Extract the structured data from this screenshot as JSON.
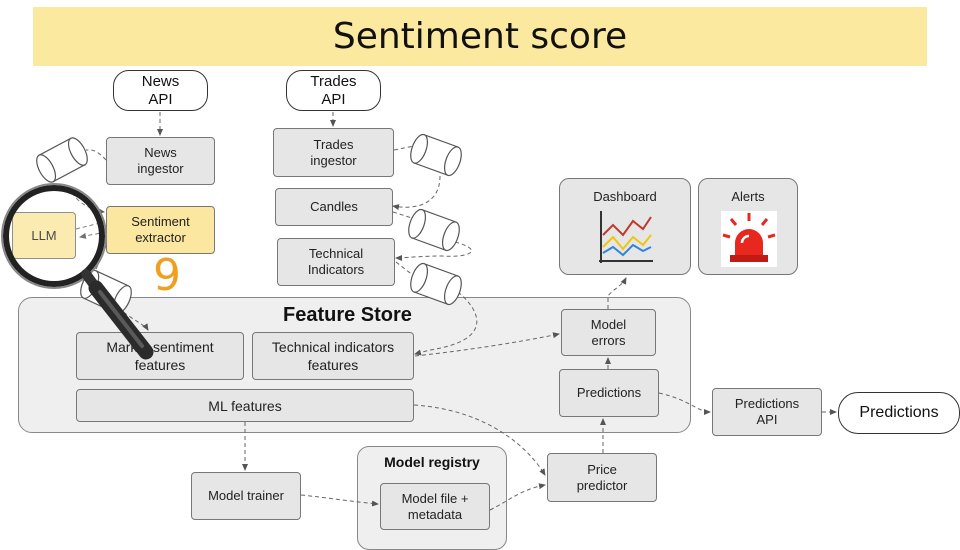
{
  "title": "Sentiment score",
  "sources": {
    "news_api": "News API",
    "trades_api": "Trades API"
  },
  "nodes": {
    "news_ingestor": "News ingestor",
    "trades_ingestor": "Trades ingestor",
    "candles": "Candles",
    "technical_indicators": "Technical Indicators",
    "llm": "LLM",
    "sentiment_extractor": "Sentiment extractor",
    "dashboard": "Dashboard",
    "alerts": "Alerts",
    "model_errors": "Model errors",
    "predictions": "Predictions",
    "predictions_api": "Predictions API",
    "predictions_out": "Predictions",
    "price_predictor": "Price predictor",
    "model_trainer": "Model trainer",
    "model_file": "Model file + metadata"
  },
  "feature_store": {
    "title": "Feature Store",
    "market_sentiment": "Market sentiment features",
    "technical_features": "Technical indicators features",
    "ml_features": "ML features"
  },
  "model_registry": {
    "title": "Model registry"
  },
  "step_number": "9",
  "colors": {
    "title_bg": "#fce9a0",
    "highlight_box": "#fce7a0",
    "step_number": "#f0a020",
    "alert_red": "#e8281e"
  }
}
